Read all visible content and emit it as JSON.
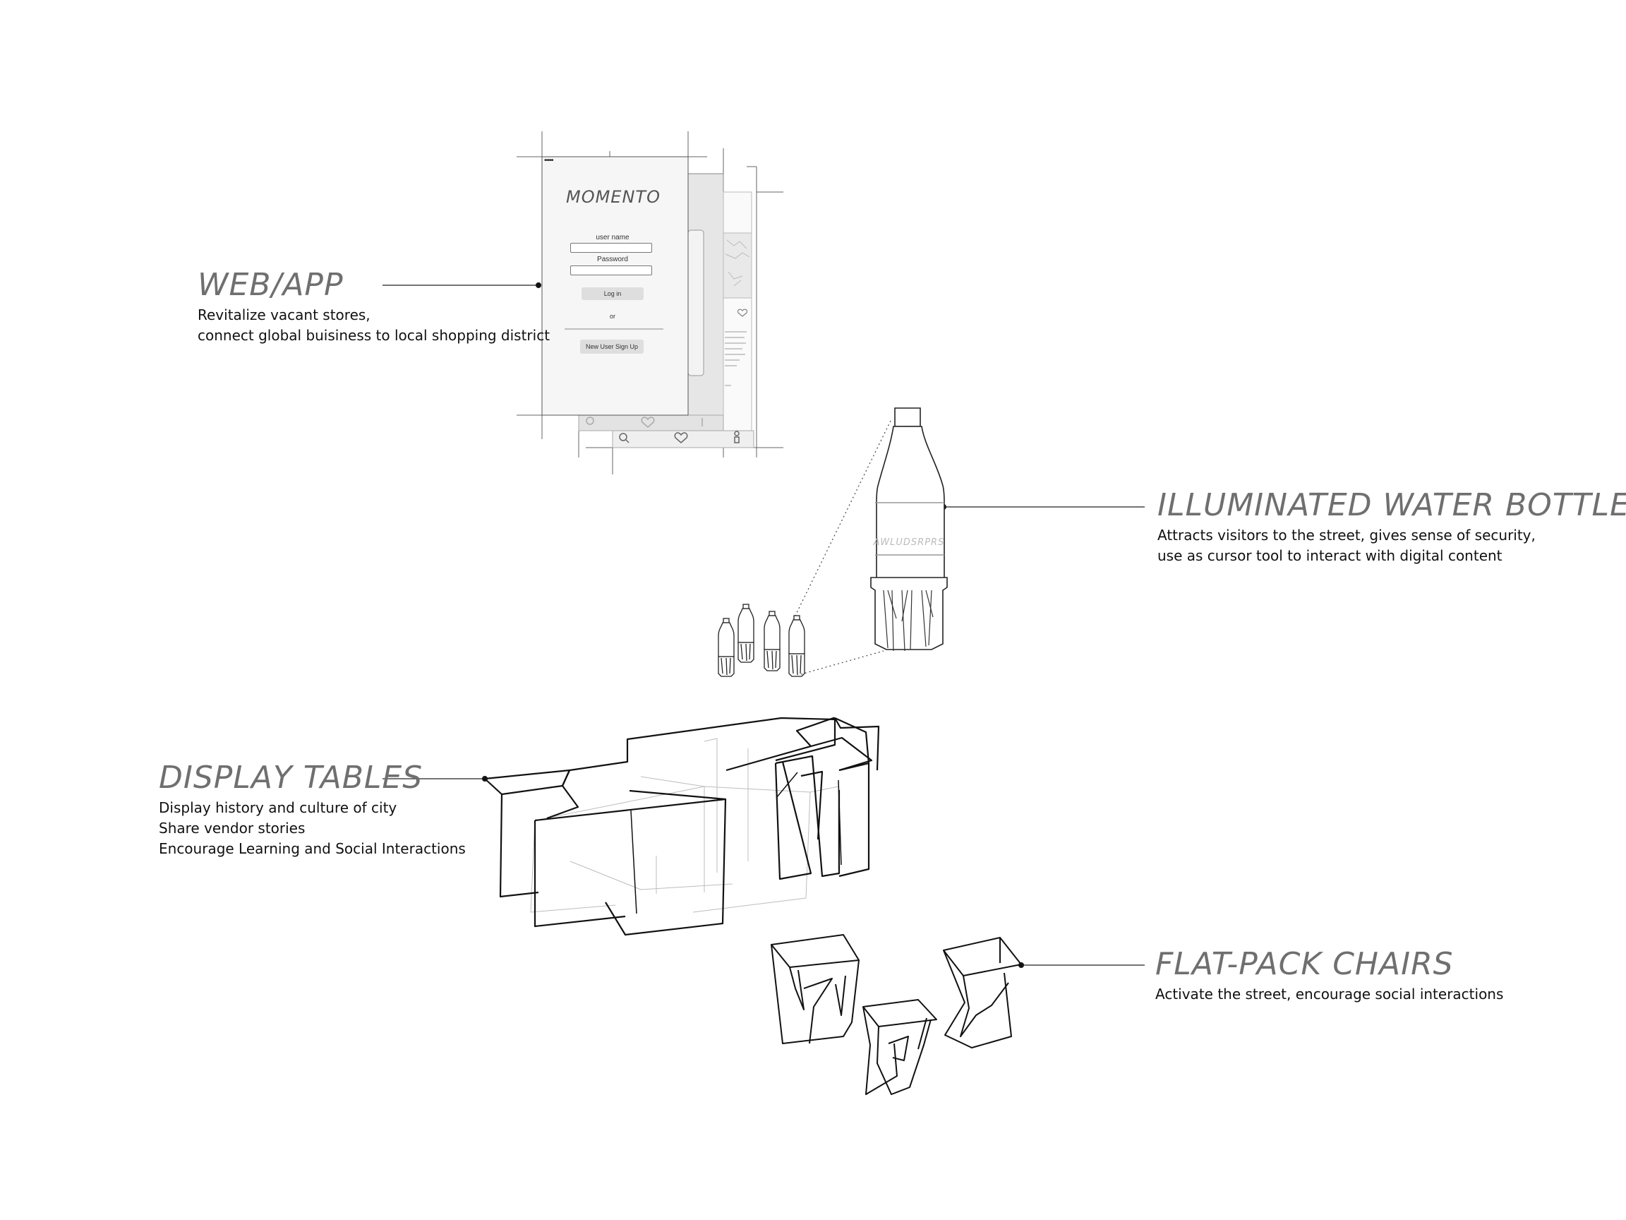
{
  "sections": {
    "web_app": {
      "title": "WEB/APP",
      "lines": [
        "Revitalize vacant stores,",
        "connect global buisiness to local shopping district"
      ]
    },
    "water_bottle": {
      "title": "ILLUMINATED WATER BOTTLE",
      "lines": [
        "Attracts visitors to the street, gives sense of security,",
        "use as cursor tool to interact with digital content"
      ]
    },
    "display_tables": {
      "title": "DISPLAY TABLES",
      "lines": [
        "Display history and culture of city",
        "Share vendor stories",
        "Encourage Learning and Social Interactions"
      ]
    },
    "chairs": {
      "title": "FLAT-PACK CHAIRS",
      "lines": [
        "Activate the street, encourage social interactions"
      ]
    }
  },
  "phone": {
    "status": "•••••",
    "app_name": "MOMENTO",
    "username_label": "user name",
    "password_label": "Password",
    "login_button": "Log in",
    "or_text": "or",
    "signup_button": "New User Sign Up",
    "nav_icons": [
      "search-icon",
      "heart-icon",
      "user-icon"
    ]
  }
}
